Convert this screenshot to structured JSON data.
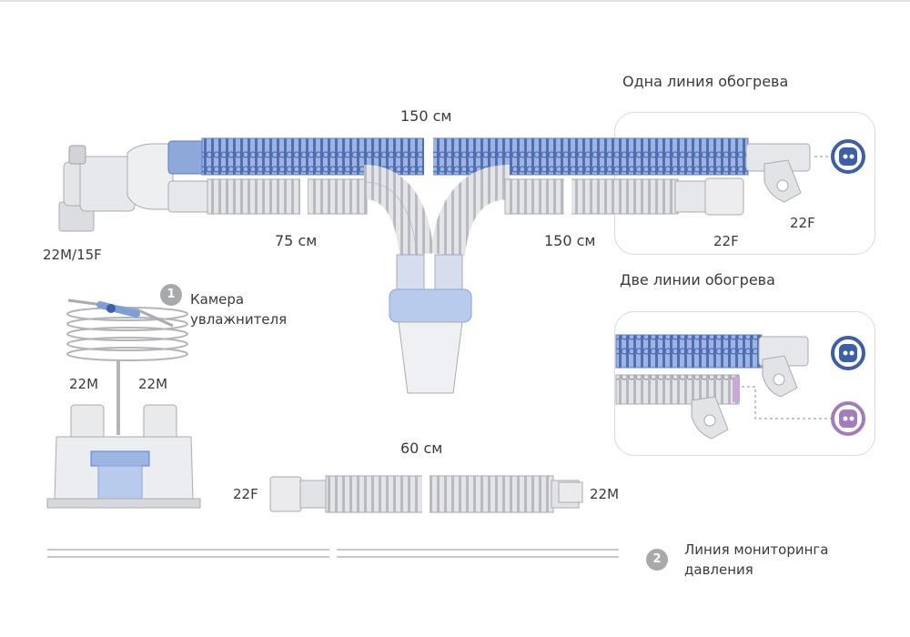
{
  "labels": {
    "one_line": "Одна линия обогрева",
    "two_lines": "Две линии обогрева",
    "top_length": "150 см",
    "left_length": "75 см",
    "right_length": "150 см",
    "bottom_length": "60 см",
    "adapter_left": "22М/15F",
    "connector_box": "22F",
    "connector_right": "22F",
    "chamber_port_left": "22М",
    "chamber_port_right": "22М",
    "bottom_left_conn": "22F",
    "bottom_right_conn": "22М",
    "chamber_line1": "Камера",
    "chamber_line2": "увлажнителя",
    "monitoring_line1": "Линия мониторинга",
    "monitoring_line2": "давления",
    "badge_1": "1",
    "badge_2": "2"
  },
  "colors": {
    "heated_blue": "#5b7fc4",
    "heater_plug_blue": "#3d5fa8",
    "heater_plug_purple": "#a47bbd",
    "tube_grey": "#d8d9dc",
    "chamber_blue": "#aabfe4",
    "badge_grey": "#a7a9ad"
  },
  "icons": [
    "heater-plug-blue-icon",
    "heater-plug-purple-icon"
  ]
}
